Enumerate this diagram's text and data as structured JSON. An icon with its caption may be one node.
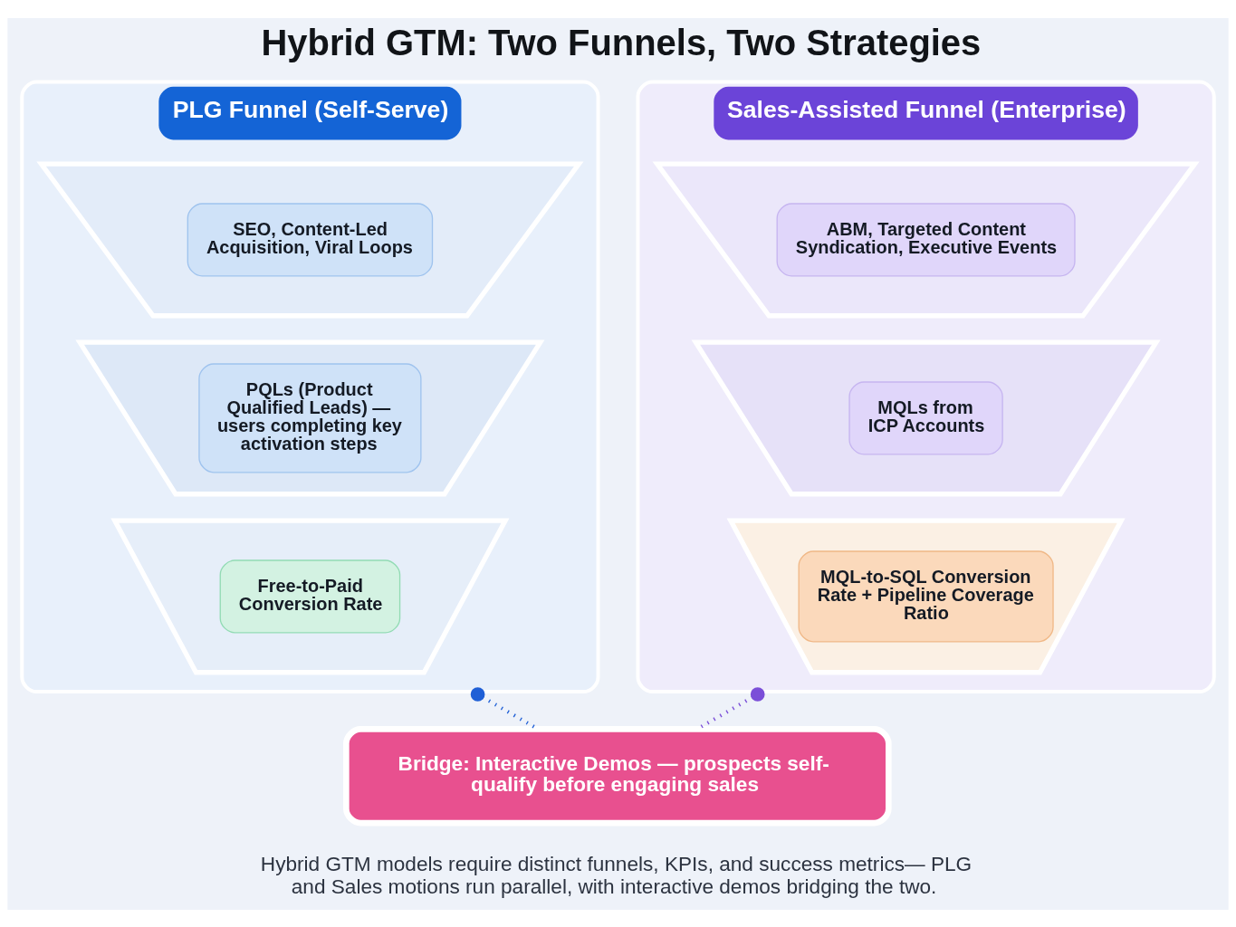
{
  "diagram": {
    "title": "Hybrid GTM: Two Funnels, Two Strategies",
    "caption": "Hybrid GTM models require distinct funnels, KPIs, and success metrics— PLG and Sales motions run parallel, with interactive demos bridging the two.",
    "nodes": [
      {
        "text": [
          "PLG Funnel (Self-Serve)"
        ]
      },
      {
        "text": [
          "SEO, Content-Led Acquisition, Viral Loops"
        ],
        "in": 0
      },
      {
        "text": [
          "PQLs (Product Qualified Leads) — users completing key activation steps"
        ],
        "in": 0
      },
      {
        "text": [
          "Free-to-Paid Conversion Rate"
        ],
        "in": 0
      },
      {
        "text": [
          "Sales-Assisted Funnel (Enterprise)"
        ]
      },
      {
        "text": [
          "ABM, Targeted Content Syndication, Executive Events"
        ],
        "in": 4
      },
      {
        "text": [
          "MQLs from ICP Accounts"
        ],
        "in": 4
      },
      {
        "text": [
          "MQL-to-SQL Conversion Rate + Pipeline Coverage Ratio"
        ],
        "in": 4
      },
      {
        "text": [
          "Bridge: Interactive Demos — prospects self-qualify before engaging sales"
        ]
      }
    ],
    "edges": [
      {
        "from": 0,
        "to": 8,
        "arrow": "other",
        "style": "dashed",
        "color": "#1f5fd6"
      },
      {
        "from": 4,
        "to": 8,
        "arrow": "other",
        "style": "dashed",
        "color": "#7b4fd8"
      }
    ]
  }
}
